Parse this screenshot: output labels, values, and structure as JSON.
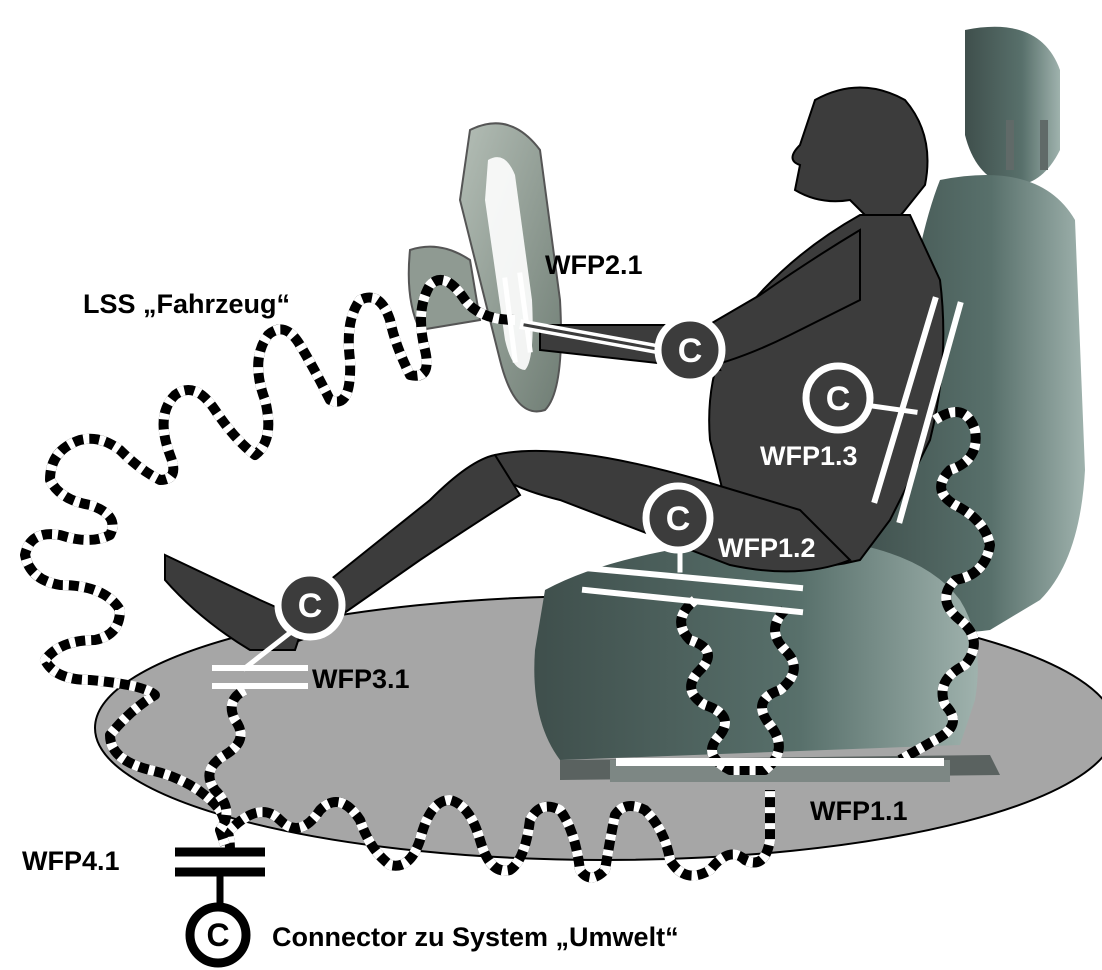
{
  "diagram": {
    "labels": {
      "lss": "LSS „Fahrzeug“",
      "wfp21": "WFP2.1",
      "wfp13": "WFP1.3",
      "wfp12": "WFP1.2",
      "wfp31": "WFP3.1",
      "wfp11": "WFP1.1",
      "wfp41": "WFP4.1",
      "connector": "Connector zu System „Umwelt“"
    },
    "connector_symbol": "C",
    "colors": {
      "floor": "#a6a6a6",
      "body": "#3c3c3c",
      "seat": "#4f605d",
      "seat_light": "#8ea19d",
      "wheel": "#8c988f",
      "line": "#ffffff",
      "ink": "#000000"
    }
  }
}
